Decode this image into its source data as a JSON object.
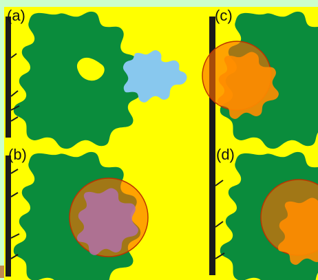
{
  "panels": [
    {
      "label": "(a)"
    },
    {
      "label": "(b)"
    },
    {
      "label": "(c)"
    },
    {
      "label": "(d)"
    }
  ],
  "colors": {
    "page": "#ccffcc",
    "background": "#ffff00",
    "cell": "#0a8c3c",
    "membrane": "#1a1a1a",
    "free_cell": "#88c8ee",
    "overlay": "#ff6a00",
    "overlay_edge": "#bb3300"
  },
  "icons": [
    "cell-shape",
    "free-cell-shape",
    "circle-overlay",
    "membrane-bar"
  ]
}
